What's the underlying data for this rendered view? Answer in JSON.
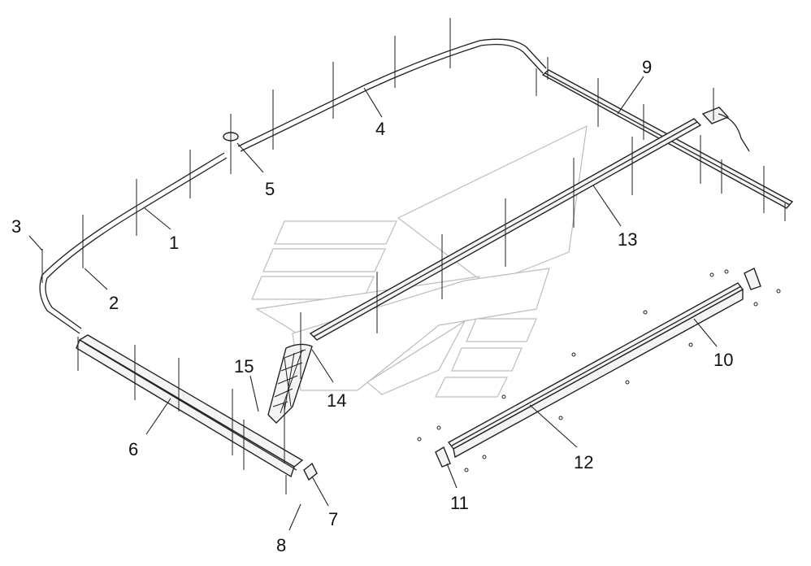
{
  "diagram": {
    "callouts": [
      {
        "id": "1",
        "text": "1"
      },
      {
        "id": "2",
        "text": "2"
      },
      {
        "id": "3",
        "text": "3"
      },
      {
        "id": "4",
        "text": "4"
      },
      {
        "id": "5",
        "text": "5"
      },
      {
        "id": "6",
        "text": "6"
      },
      {
        "id": "7",
        "text": "7"
      },
      {
        "id": "8",
        "text": "8"
      },
      {
        "id": "9",
        "text": "9"
      },
      {
        "id": "10",
        "text": "10"
      },
      {
        "id": "11",
        "text": "11"
      },
      {
        "id": "12",
        "text": "12"
      },
      {
        "id": "13",
        "text": "13"
      },
      {
        "id": "14",
        "text": "14"
      },
      {
        "id": "15",
        "text": "15"
      }
    ],
    "colors": {
      "line": "#222222",
      "watermark": "#bdbdbd",
      "background": "#ffffff"
    }
  }
}
